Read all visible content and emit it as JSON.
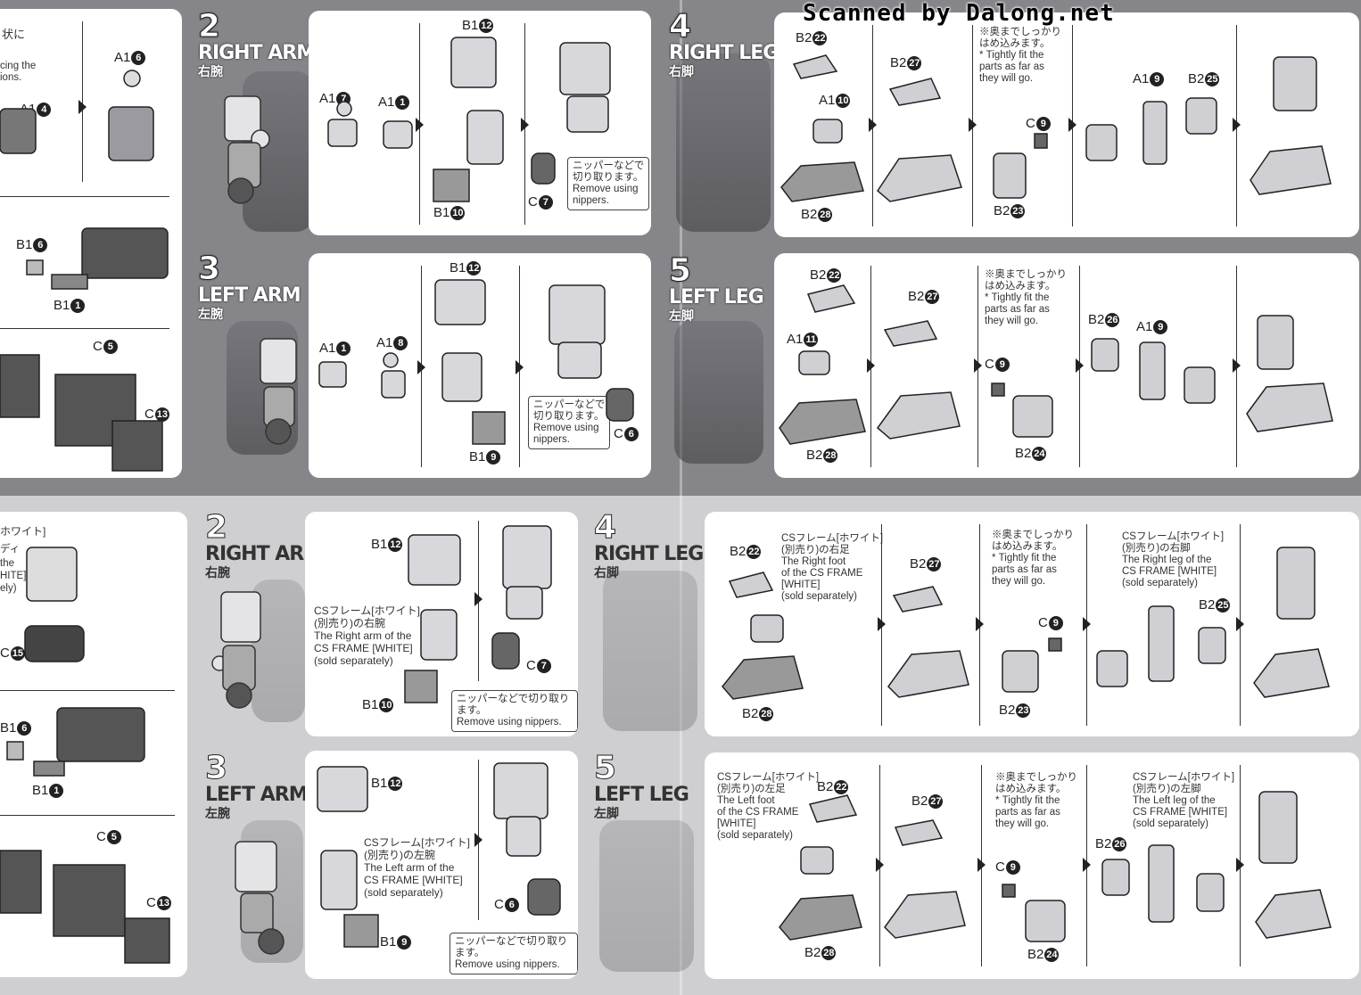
{
  "watermark": "Scanned by Dalong.net",
  "top": {
    "left_fragment": {
      "labels": [
        "A1",
        "A1",
        "B1",
        "B1",
        "C",
        "C"
      ],
      "badges": [
        "6",
        "4",
        "6",
        "1",
        "5",
        "13"
      ],
      "texts": [
        "状に",
        "cing the",
        "ions."
      ]
    },
    "right_arm": {
      "number": "2",
      "title": "RIGHT ARM",
      "jp": "右腕",
      "parts": [
        "A1",
        "A1",
        "B1",
        "B1",
        "C"
      ],
      "badges": [
        "7",
        "1",
        "12",
        "10",
        "7"
      ],
      "nipper": "ニッパーなどで\n切り取ります。\nRemove using\nnippers."
    },
    "left_arm": {
      "number": "3",
      "title": "LEFT ARM",
      "jp": "左腕",
      "parts": [
        "A1",
        "A1",
        "B1",
        "B1",
        "C"
      ],
      "badges": [
        "1",
        "8",
        "12",
        "9",
        "6"
      ],
      "nipper": "ニッパーなどで\n切り取ります。\nRemove using\nnippers."
    },
    "right_leg": {
      "number": "4",
      "title": "RIGHT LEG",
      "jp": "右脚",
      "parts": [
        "B2",
        "A1",
        "B2",
        "B2",
        "C",
        "B2",
        "A1",
        "B2"
      ],
      "badges": [
        "22",
        "10",
        "28",
        "27",
        "9",
        "23",
        "9",
        "25"
      ],
      "note": "※奥までしっかり\nはめ込みます。\n* Tightly fit the\nparts as far as\nthey will go."
    },
    "left_leg": {
      "number": "5",
      "title": "LEFT LEG",
      "jp": "左脚",
      "parts": [
        "B2",
        "A1",
        "B2",
        "B2",
        "C",
        "B2",
        "B2",
        "A1"
      ],
      "badges": [
        "22",
        "11",
        "28",
        "27",
        "9",
        "24",
        "26",
        "9"
      ],
      "note": "※奥までしっかり\nはめ込みます。\n* Tightly fit the\nparts as far as\nthey will go."
    }
  },
  "bottom": {
    "left_fragment": {
      "labels": [
        "C",
        "B1",
        "B1",
        "C",
        "C"
      ],
      "badges": [
        "15",
        "6",
        "1",
        "5",
        "13"
      ],
      "texts": [
        "ホワイト]",
        "ディ",
        "the",
        "HITE]",
        "ely)"
      ]
    },
    "right_arm": {
      "number": "2",
      "title": "RIGHT ARM",
      "jp": "右腕",
      "parts": [
        "B1",
        "B1",
        "C"
      ],
      "badges": [
        "12",
        "10",
        "7"
      ],
      "frame": "CSフレーム[ホワイト]\n(別売り)の右腕\nThe Right arm of the\nCS FRAME [WHITE]\n(sold separately)",
      "nipper": "ニッパーなどで切り取ります。\nRemove using nippers."
    },
    "left_arm": {
      "number": "3",
      "title": "LEFT ARM",
      "jp": "左腕",
      "parts": [
        "B1",
        "B1",
        "C"
      ],
      "badges": [
        "12",
        "9",
        "6"
      ],
      "frame": "CSフレーム[ホワイト]\n(別売り)の左腕\nThe Left arm of the\nCS FRAME [WHITE]\n(sold separately)",
      "nipper": "ニッパーなどで切り取ります。\nRemove using nippers."
    },
    "right_leg": {
      "number": "4",
      "title": "RIGHT LEG",
      "jp": "右脚",
      "parts": [
        "B2",
        "B2",
        "B2",
        "C",
        "B2",
        "B2"
      ],
      "badges": [
        "22",
        "28",
        "27",
        "9",
        "23",
        "25"
      ],
      "frame_foot": "CSフレーム[ホワイト]\n(別売り)の右足\nThe Right foot\nof the CS FRAME\n[WHITE]\n(sold separately)",
      "note": "※奥までしっかり\nはめ込みます。\n* Tightly fit the\nparts as far as\nthey will go.",
      "frame_leg": "CSフレーム[ホワイト]\n(別売り)の右脚\nThe Right leg of the\nCS FRAME [WHITE]\n(sold separately)"
    },
    "left_leg": {
      "number": "5",
      "title": "LEFT LEG",
      "jp": "左脚",
      "parts": [
        "B2",
        "B2",
        "B2",
        "C",
        "B2",
        "B2"
      ],
      "badges": [
        "22",
        "28",
        "27",
        "9",
        "24",
        "26"
      ],
      "frame_foot": "CSフレーム[ホワイト]\n(別売り)の左足\nThe Left foot\nof the CS FRAME\n[WHITE]\n(sold separately)",
      "note": "※奥までしっかり\nはめ込みます。\n* Tightly fit the\nparts as far as\nthey will go.",
      "frame_leg": "CSフレーム[ホワイト]\n(別売り)の左脚\nThe Left leg of the\nCS FRAME [WHITE]\n(sold separately)"
    }
  }
}
